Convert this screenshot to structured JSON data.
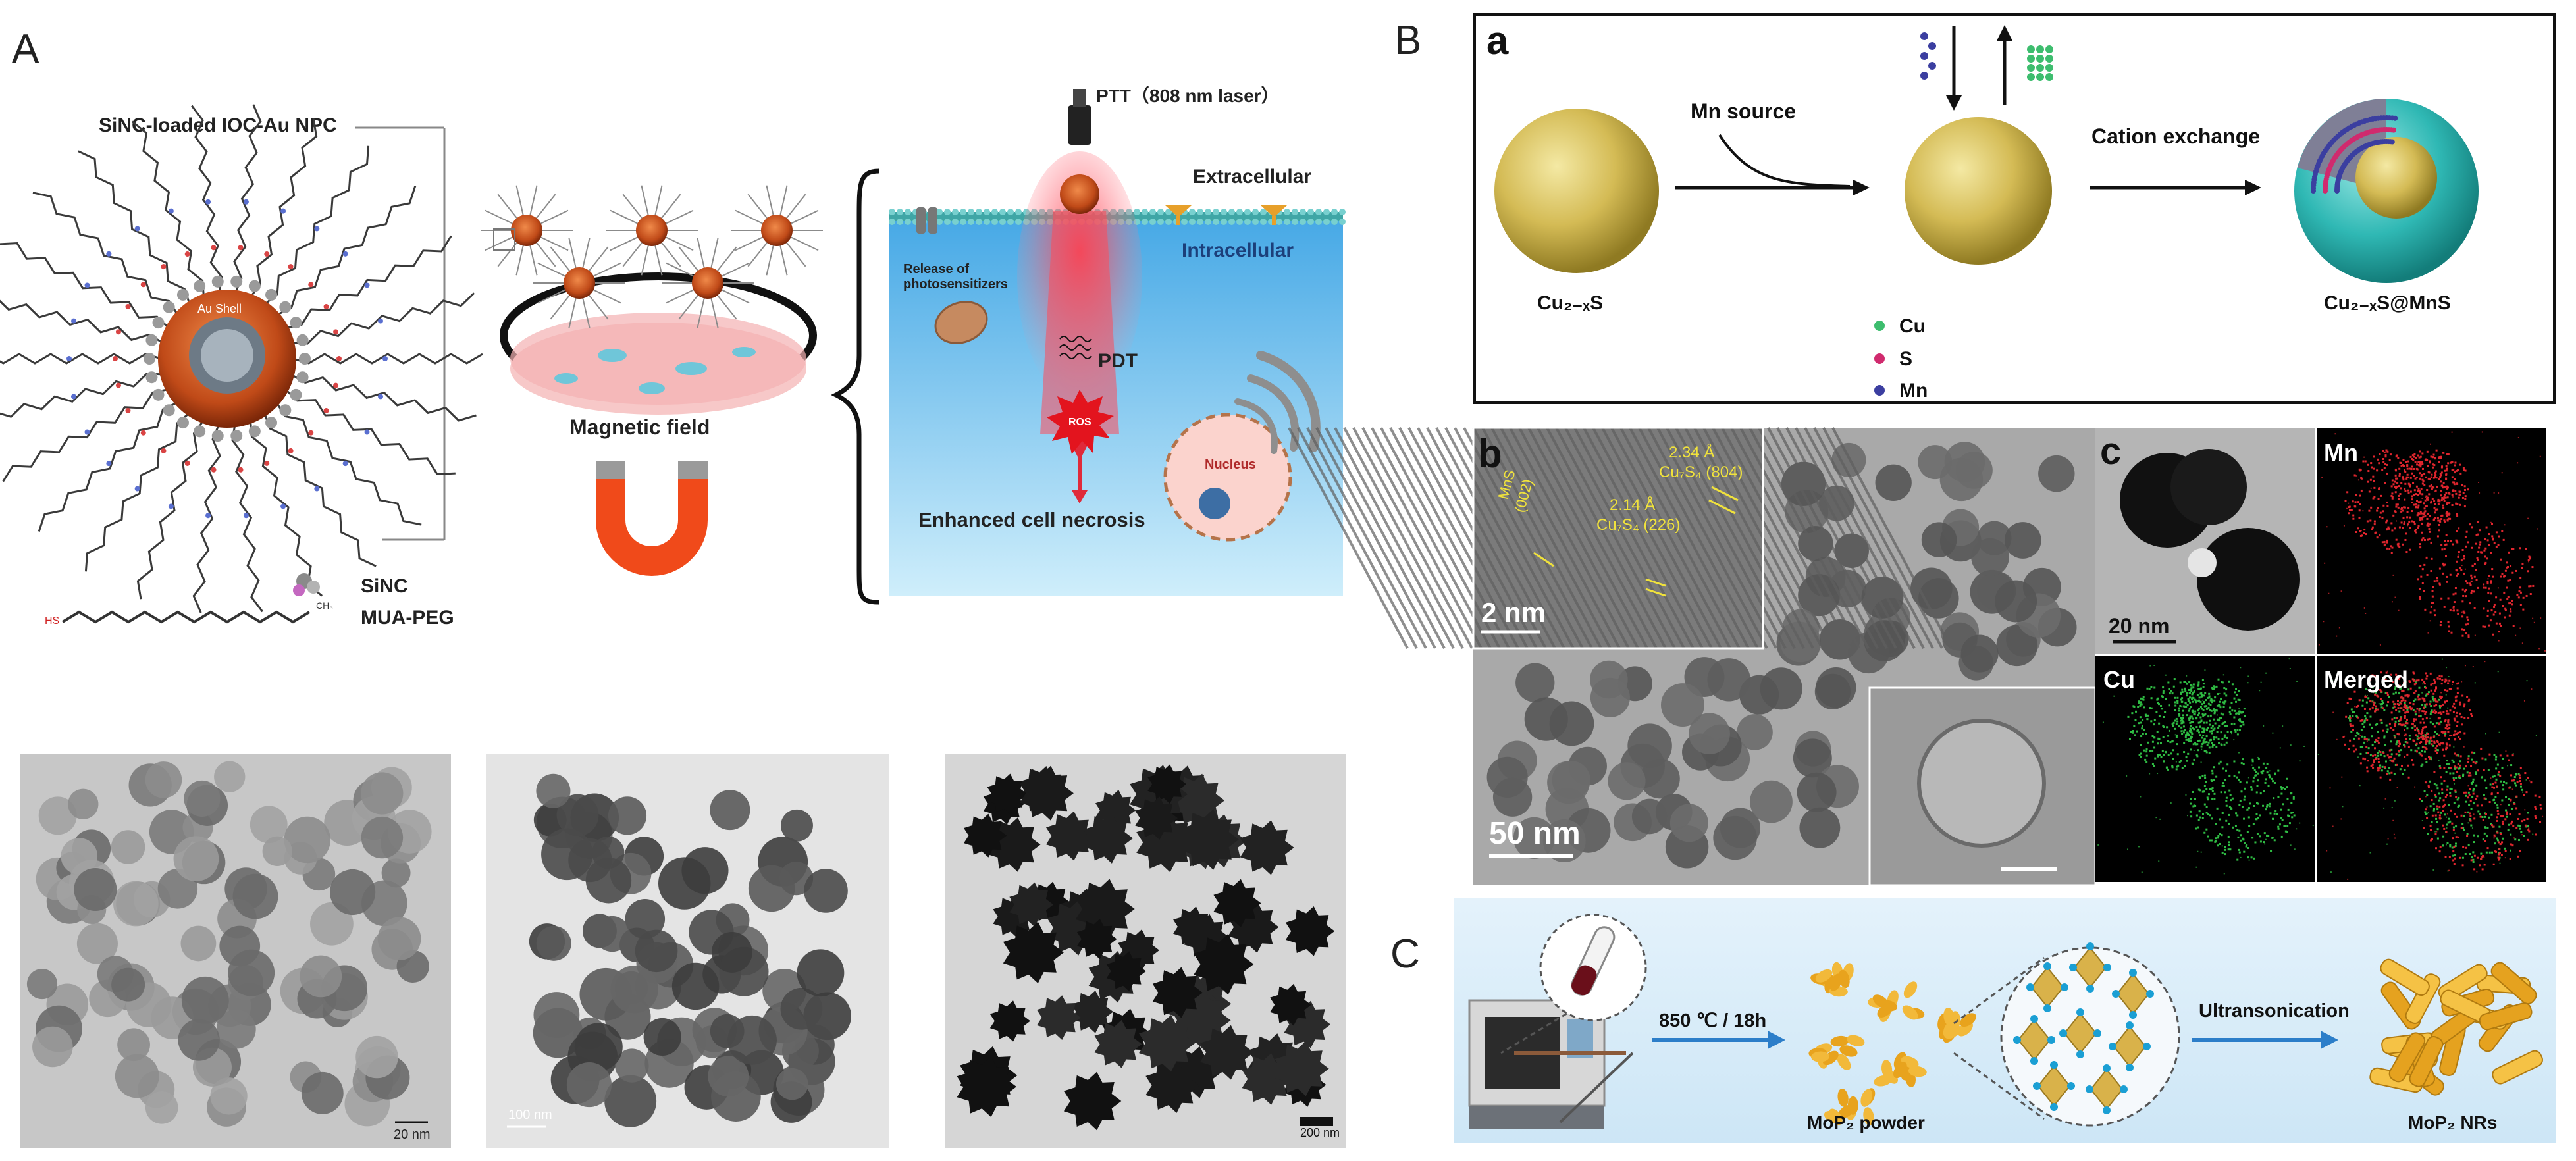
{
  "panel_letters": {
    "A": "A",
    "B": "B",
    "C": "C"
  },
  "panel_a": {
    "npc_title": "SiNC-loaded IOC-Au NPC",
    "au_shell": "Au Shell",
    "magnetic_field": "Magnetic field",
    "ptt_label": "PTT（808 nm laser）",
    "extracellular": "Extracellular",
    "intracellular": "Intracellular",
    "release": "Release of\nphotosensitizers",
    "pdt": "PDT",
    "ros": "ROS",
    "nucleus": "Nucleus",
    "enhanced": "Enhanced cell necrosis",
    "legend_sinc": "SiNC",
    "legend_mua": "MUA-PEG",
    "hs": "HS",
    "ch3": "CH₃",
    "scale_1": "20 nm",
    "scale_2": "100 nm",
    "scale_3": "200 nm"
  },
  "panel_b": {
    "sub_a": "a",
    "sub_b": "b",
    "sub_c": "c",
    "mn_source": "Mn source",
    "cation_exchange": "Cation exchange",
    "cu2xs": "Cu₂₋ₓS",
    "cu2xs_mns": "Cu₂₋ₓS@MnS",
    "legend": [
      "Cu",
      "S",
      "Mn"
    ],
    "colors": {
      "cu": "#3dbd6e",
      "s": "#d02a6e",
      "mn": "#3b3ea0"
    },
    "hrtem_labels": [
      "2.34 Å",
      "Cu₇S₄ (804)",
      "2.14 Å",
      "Cu₇S₄ (226)",
      "MnS",
      "(002)"
    ],
    "scale_2nm": "2 nm",
    "scale_50nm": "50 nm",
    "scale_20nm": "20 nm",
    "map_labels": [
      "Mn",
      "Cu",
      "Merged"
    ]
  },
  "panel_c": {
    "step1": "850 ℃ / 18h",
    "step2": "Ultransonication",
    "powder": "MoP₂ powder",
    "nrs": "MoP₂ NRs"
  }
}
